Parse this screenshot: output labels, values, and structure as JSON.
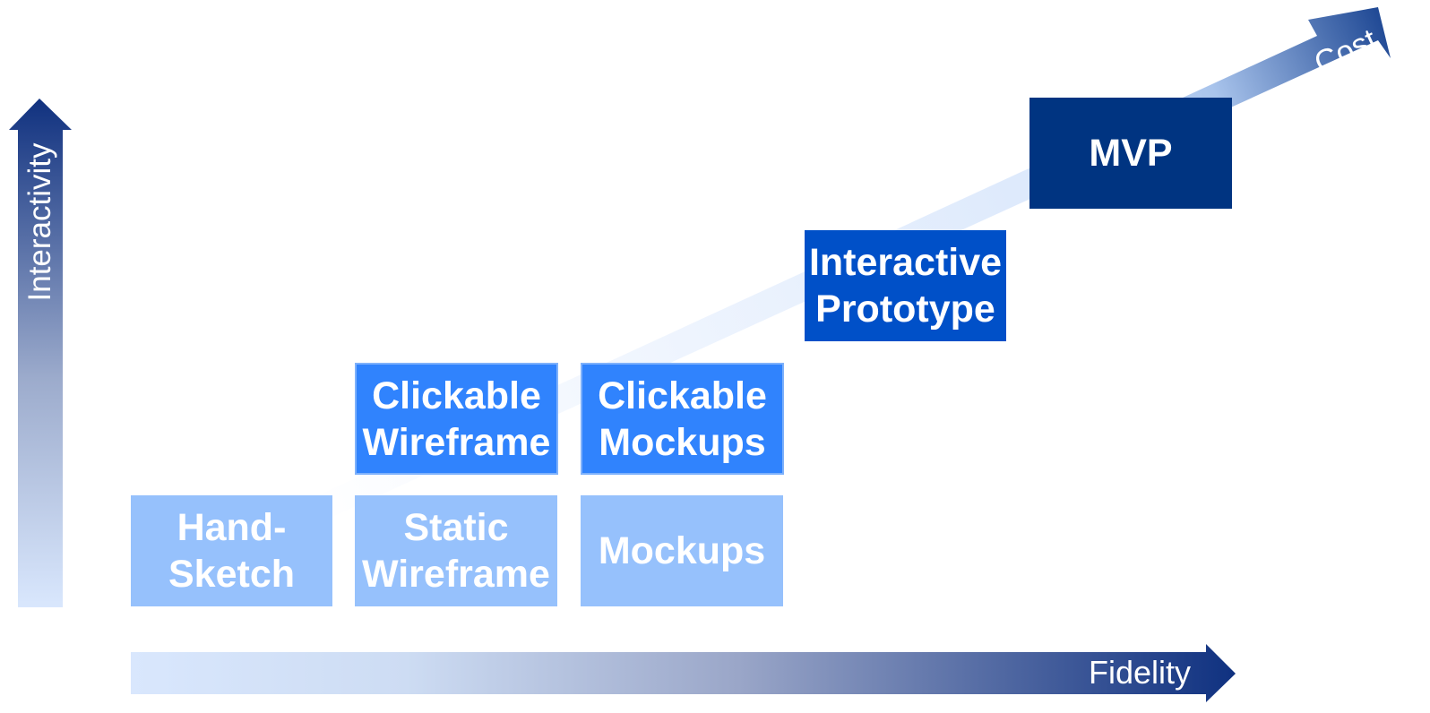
{
  "axes": {
    "vertical": {
      "label": "Interactivity"
    },
    "horizontal": {
      "label": "Fidelity"
    },
    "diagonal": {
      "label": "Cost"
    }
  },
  "stages": [
    {
      "id": "hand-sketch",
      "line1": "Hand-",
      "line2": "Sketch",
      "color": "#96c1fc"
    },
    {
      "id": "static-wireframe",
      "line1": "Static",
      "line2": "Wireframe",
      "color": "#96c1fc"
    },
    {
      "id": "mockups",
      "line1": "Mockups",
      "line2": "",
      "color": "#96c1fc"
    },
    {
      "id": "clickable-wireframe",
      "line1": "Clickable",
      "line2": "Wireframe",
      "color": "#3083fd"
    },
    {
      "id": "clickable-mockups",
      "line1": "Clickable",
      "line2": "Mockups",
      "color": "#3083fd"
    },
    {
      "id": "interactive-prototype",
      "line1": "Interactive",
      "line2": "Prototype",
      "color": "#0050c8"
    },
    {
      "id": "mvp",
      "line1": "MVP",
      "line2": "",
      "color": "#003481"
    }
  ],
  "colors": {
    "arrow_dark": "#0f3180",
    "arrow_light": "#d9e7fd"
  }
}
